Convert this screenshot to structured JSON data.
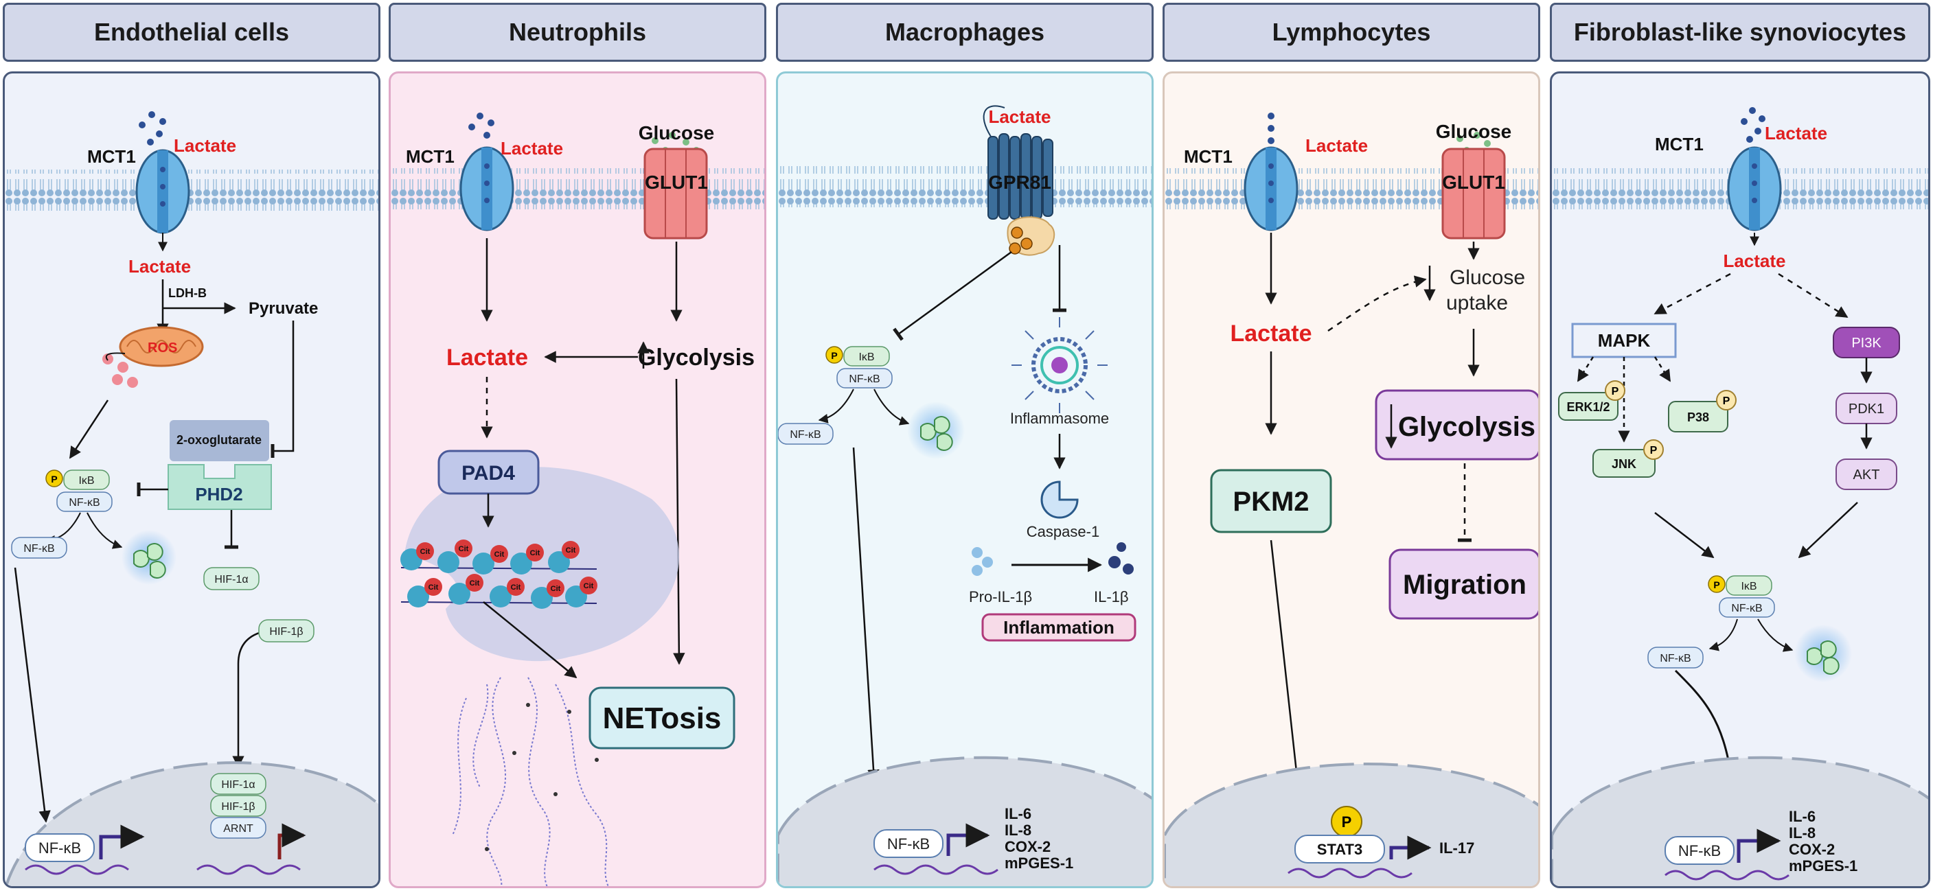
{
  "headers": [
    "Endothelial cells",
    "Neutrophils",
    "Macrophages",
    "Lymphocytes",
    "Fibroblast-like synoviocytes"
  ],
  "endothelial": {
    "mct1": "MCT1",
    "lactate_out": "Lactate",
    "lactate_in": "Lactate",
    "ldhb": "LDH-B",
    "pyruvate": "Pyruvate",
    "ros": "ROS",
    "oxoglutarate": "2-oxoglutarate",
    "phd2": "PHD2",
    "p": "P",
    "ikb": "IκB",
    "nfkb": "NF-κB",
    "nfkb_free": "NF-κB",
    "hif1a": "HIF-1α",
    "hif1b": "HIF-1β",
    "nuc_hif1a": "HIF-1α",
    "nuc_hif1b": "HIF-1β",
    "nuc_arnt": "ARNT",
    "nuc_nfkb": "NF-κB"
  },
  "neutrophils": {
    "mct1": "MCT1",
    "lactate_out": "Lactate",
    "glucose": "Glucose",
    "glut1": "GLUT1",
    "lactate_in": "Lactate",
    "glycolysis": "Glycolysis",
    "pad4": "PAD4",
    "cit": "Cit",
    "netosis": "NETosis"
  },
  "macrophages": {
    "lactate": "Lactate",
    "gpr81": "GPR81",
    "p": "P",
    "ikb": "IκB",
    "nfkb": "NF-κB",
    "nfkb_free": "NF-κB",
    "inflammasome": "Inflammasome",
    "caspase": "Caspase-1",
    "pro_il1b": "Pro-IL-1β",
    "il1b": "IL-1β",
    "inflammation": "Inflammation",
    "nuc_nfkb": "NF-κB",
    "genes": [
      "IL-6",
      "IL-8",
      "COX-2",
      "mPGES-1"
    ]
  },
  "lymphocytes": {
    "mct1": "MCT1",
    "lactate_out": "Lactate",
    "glucose": "Glucose",
    "glut1": "GLUT1",
    "lactate_in": "Lactate",
    "uptake_1": "Glucose",
    "uptake_2": "uptake",
    "glycolysis": "Glycolysis",
    "migration": "Migration",
    "pkm2": "PKM2",
    "p": "P",
    "stat3": "STAT3",
    "il17": "IL-17"
  },
  "fibroblast": {
    "mct1": "MCT1",
    "lactate_out": "Lactate",
    "lactate_in": "Lactate",
    "mapk": "MAPK",
    "erk": "ERK1/2",
    "jnk": "JNK",
    "p38": "P38",
    "p": "P",
    "pi3k": "PI3K",
    "pdk1": "PDK1",
    "akt": "AKT",
    "ikb": "IκB",
    "nfkb": "NF-κB",
    "nfkb_free": "NF-κB",
    "nuc_nfkb": "NF-κB",
    "genes": [
      "IL-6",
      "IL-8",
      "COX-2",
      "mPGES-1"
    ]
  },
  "colors": {
    "lactate": "#e02020",
    "panel1": "#eef2fa",
    "panel2": "#fbe7f1",
    "panel3": "#eef7fb",
    "panel4": "#fdf6f2",
    "panel5": "#eef2fa",
    "membrane": "#8fb4d6",
    "transporter": "#6fb7e6",
    "glut": "#f08a8a"
  },
  "icons": [
    "transporter-icon",
    "mitochondrion-icon",
    "gpcr-icon",
    "inflammasome-icon",
    "caspase-icon",
    "dna-icon",
    "nucleus-icon"
  ]
}
